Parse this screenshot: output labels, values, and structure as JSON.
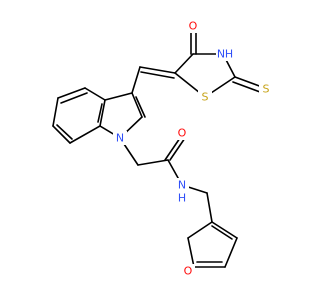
{
  "diagram": {
    "type": "chemical-structure",
    "colors": {
      "bond": "#000000",
      "oxygen": "#ff0d0d",
      "nitrogen": "#3050f8",
      "sulfur": "#c7a317"
    },
    "atom_labels": {
      "o_thiazolidinone": "O",
      "nh_thiazolidinone": "H",
      "n_thiazolidinone": "N",
      "s_ring": "S",
      "s_thione": "S",
      "n_indole": "N",
      "o_amide": "O",
      "n_amide": "N",
      "h_amide": "H",
      "o_furan": "O"
    }
  }
}
